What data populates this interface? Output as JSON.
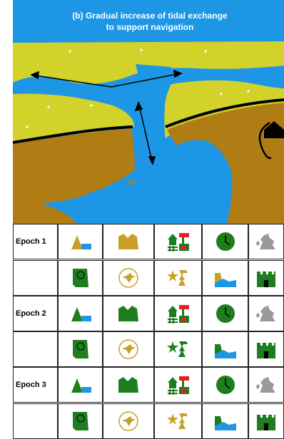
{
  "figure": {
    "title": "(b) Gradual increase of tidal exchange to support navigation",
    "title_color": "#ffffff",
    "colors": {
      "water": "#1e96e6",
      "saltmarsh": "#d2d22a",
      "land": "#b07d14",
      "green": "#1e7d1e",
      "gold": "#c8a028",
      "red": "#e61e1e",
      "grey": "#9a9a9a"
    }
  },
  "table": {
    "rows": [
      {
        "label": "Epoch 1",
        "icons": [
          "habitat-icon",
          "feature-icon",
          "heritage-icon",
          "time-icon",
          "region-map-icon"
        ],
        "colors": [
          "gold",
          "gold",
          "green-red",
          "green",
          "grey"
        ]
      },
      {
        "label": "",
        "icons": [
          "document-icon",
          "bird-icon",
          "flora-fauna-icon",
          "coast-icon",
          "castle-icon"
        ],
        "colors": [
          "green",
          "gold",
          "gold",
          "gold",
          "green"
        ]
      },
      {
        "label": "Epoch 2",
        "icons": [
          "habitat-icon",
          "feature-icon",
          "heritage-icon",
          "time-icon",
          "region-map-icon"
        ],
        "colors": [
          "green",
          "green",
          "green-red",
          "green",
          "grey"
        ]
      },
      {
        "label": "",
        "icons": [
          "document-icon",
          "bird-icon",
          "flora-fauna-icon",
          "coast-icon",
          "castle-icon"
        ],
        "colors": [
          "green",
          "gold",
          "green",
          "green",
          "green"
        ]
      },
      {
        "label": "Epoch 3",
        "icons": [
          "habitat-icon",
          "feature-icon",
          "heritage-icon",
          "time-icon",
          "region-map-icon"
        ],
        "colors": [
          "green",
          "green",
          "green-red",
          "green",
          "grey"
        ]
      },
      {
        "label": "",
        "icons": [
          "document-icon",
          "bird-icon",
          "flora-fauna-icon",
          "coast-icon",
          "castle-icon"
        ],
        "colors": [
          "green",
          "gold",
          "gold",
          "green",
          "green"
        ]
      }
    ]
  }
}
